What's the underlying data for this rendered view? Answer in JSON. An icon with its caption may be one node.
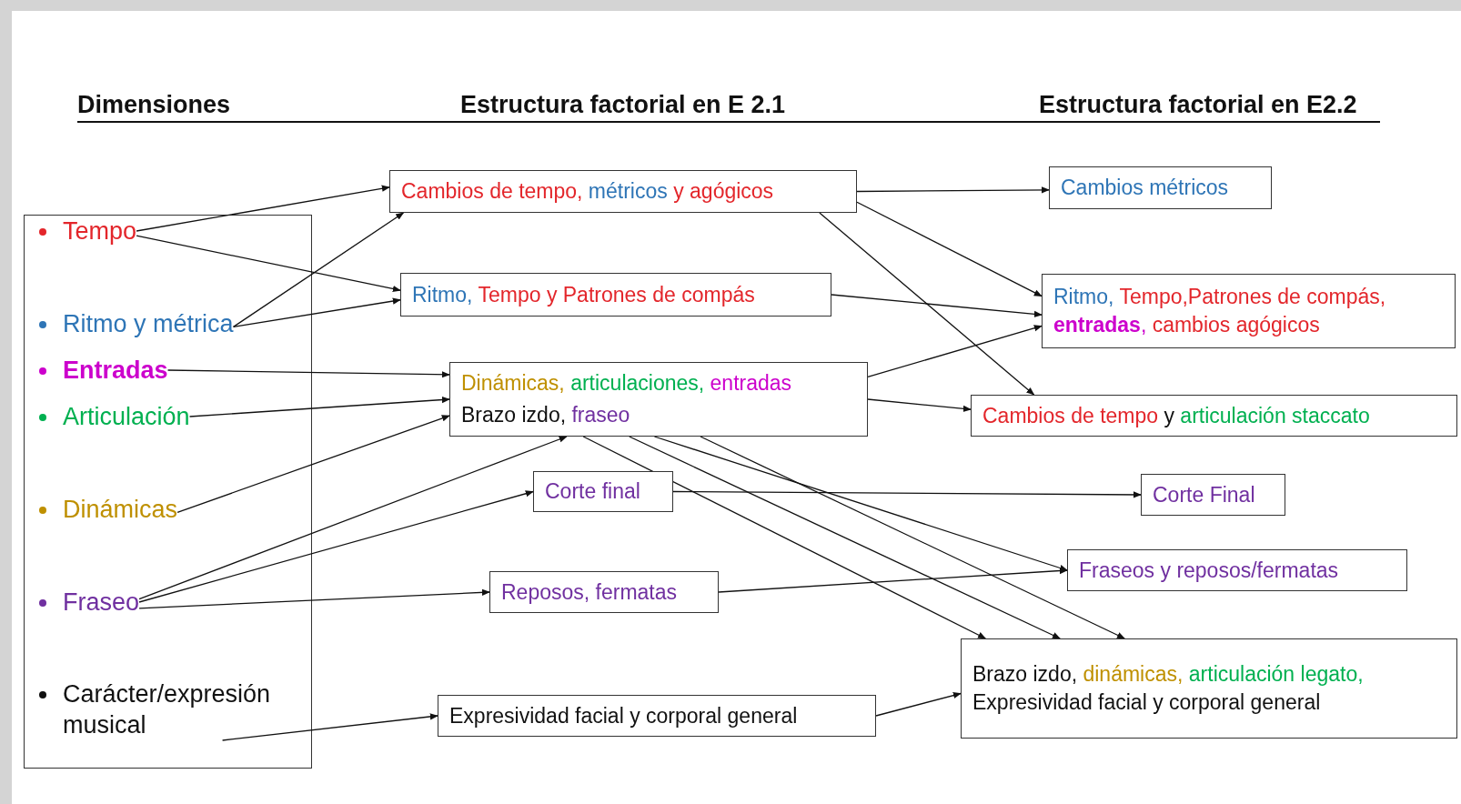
{
  "diagram": {
    "nodes": [
      {
        "text": [],
        "shape": "box"
      },
      {
        "text": [
          "Tempo"
        ],
        "in": 0
      },
      {
        "text": [
          "Ritmo y métrica"
        ],
        "in": 0
      },
      {
        "text": [
          "Entradas"
        ],
        "in": 0
      },
      {
        "text": [
          "Articulación"
        ],
        "in": 0
      },
      {
        "text": [
          "Dinámicas"
        ],
        "in": 0
      },
      {
        "text": [
          "Fraseo"
        ],
        "in": 0
      },
      {
        "text": [
          "Carácter/expresión musical"
        ],
        "in": 0
      },
      {
        "text": [
          "Cambios de tempo, métricos y agógicos"
        ]
      },
      {
        "text": [
          "Ritmo, Tempo y Patrones de compás"
        ]
      },
      {
        "text": [
          "Dinámicas, articulaciones, entradas",
          "Brazo izdo, fraseo"
        ]
      },
      {
        "text": [
          "Corte final"
        ]
      },
      {
        "text": [
          "Reposos, fermatas"
        ]
      },
      {
        "text": [
          "Expresividad facial y corporal general"
        ]
      },
      {
        "text": [
          "Cambios métricos"
        ]
      },
      {
        "text": [
          "Ritmo, Tempo,Patrones de compás, **entradas**, cambios agógicos"
        ]
      },
      {
        "text": [
          "Cambios de tempo y articulación staccato"
        ]
      },
      {
        "text": [
          "Corte Final"
        ]
      },
      {
        "text": [
          "Fraseos y reposos/fermatas"
        ]
      },
      {
        "text": [
          "Brazo izdo, dinámicas, articulación legato, Expresividad facial y corporal general"
        ]
      }
    ],
    "edges": [
      {
        "from": 1,
        "to": 8,
        "arrow": "to"
      },
      {
        "from": 1,
        "to": 9,
        "arrow": "to"
      },
      {
        "from": 2,
        "to": 8,
        "arrow": "to"
      },
      {
        "from": 2,
        "to": 9,
        "arrow": "to"
      },
      {
        "from": 3,
        "to": 10,
        "arrow": "to"
      },
      {
        "from": 4,
        "to": 10,
        "arrow": "to"
      },
      {
        "from": 5,
        "to": 10,
        "arrow": "to"
      },
      {
        "from": 6,
        "to": 10,
        "arrow": "to"
      },
      {
        "from": 6,
        "to": 11,
        "arrow": "to"
      },
      {
        "from": 6,
        "to": 12,
        "arrow": "to"
      },
      {
        "from": 7,
        "to": 13,
        "arrow": "to"
      },
      {
        "from": 8,
        "to": 14,
        "arrow": "to"
      },
      {
        "from": 8,
        "to": 15,
        "arrow": "to"
      },
      {
        "from": 8,
        "to": 16,
        "arrow": "to"
      },
      {
        "from": 9,
        "to": 15,
        "arrow": "to"
      },
      {
        "from": 10,
        "to": 15,
        "arrow": "to"
      },
      {
        "from": 10,
        "to": 16,
        "arrow": "to"
      },
      {
        "from": 10,
        "to": 18,
        "arrow": "to"
      },
      {
        "from": 10,
        "to": 19,
        "arrow": "to"
      },
      {
        "from": 10,
        "to": 19,
        "arrow": "to"
      },
      {
        "from": 10,
        "to": 19,
        "arrow": "to"
      },
      {
        "from": 11,
        "to": 17,
        "arrow": "to"
      },
      {
        "from": 12,
        "to": 18,
        "arrow": "to"
      },
      {
        "from": 13,
        "to": 19,
        "arrow": "to"
      }
    ],
    "labels": [
      "Dimensiones",
      "Estructura factorial en E 2.1",
      "Estructura factorial en E2.2"
    ]
  }
}
